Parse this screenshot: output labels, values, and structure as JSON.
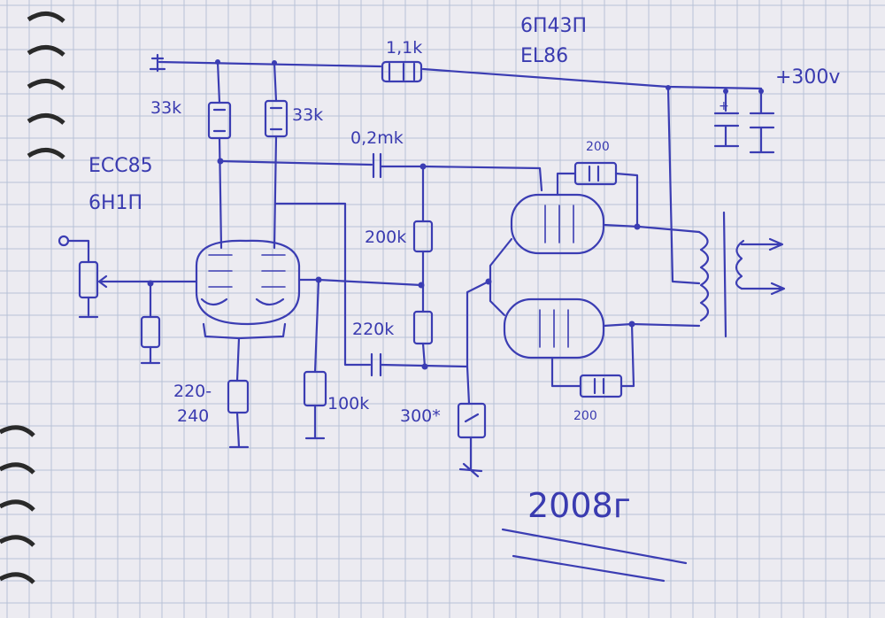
{
  "labels": {
    "tube_power_ru": "6П43П",
    "tube_power_en": "EL86",
    "tube_pre_en": "ECC85",
    "tube_pre_ru": "6Н1П",
    "supply": "+300v",
    "r_supply": "1,1k",
    "r_plate_left": "33k",
    "r_plate_right": "33k",
    "c_coupling": "0,2mk",
    "r_feedback_top": "200",
    "r_grid_upper": "200k",
    "r_grid_lower": "220k",
    "r_cathode_pre_1": "220-",
    "r_cathode_pre_2": "240",
    "r_cathode_split": "100k",
    "r_cathode_power": "300*",
    "r_feedback_bottom": "200",
    "year": "2008г"
  },
  "colors": {
    "ink": "#3b3db3",
    "paper": "#ecebf1",
    "grid": "#b7c2d6"
  }
}
